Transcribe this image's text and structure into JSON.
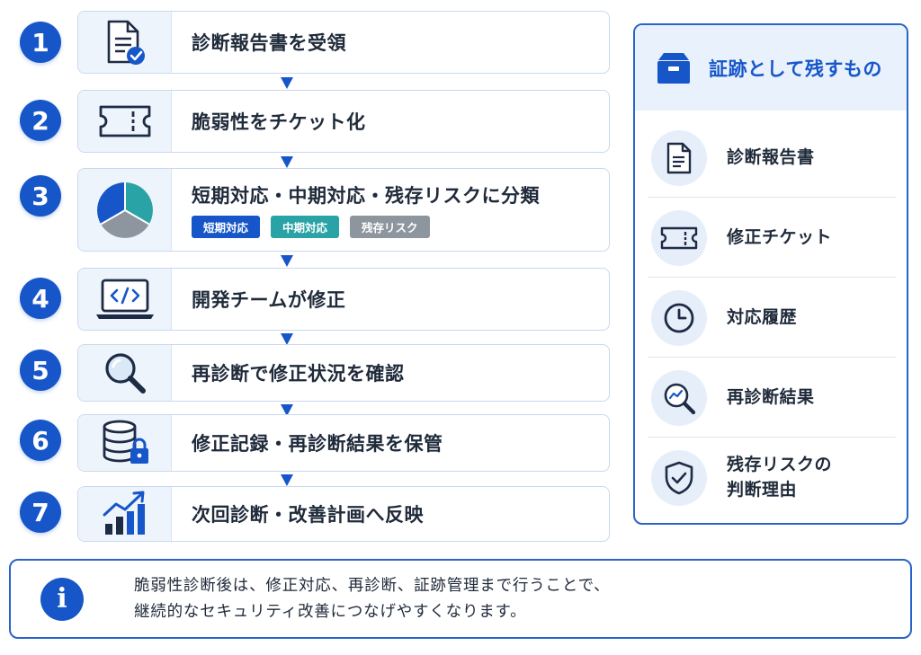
{
  "steps": [
    {
      "num": "1",
      "label": "診断報告書を受領",
      "icon": "document-check-icon"
    },
    {
      "num": "2",
      "label": "脆弱性をチケット化",
      "icon": "ticket-icon"
    },
    {
      "num": "3",
      "label": "短期対応・中期対応・残存リスクに分類",
      "icon": "pie-chart-icon",
      "tags": [
        {
          "label": "短期対応",
          "color": "#1656c9"
        },
        {
          "label": "中期対応",
          "color": "#2aa3a6"
        },
        {
          "label": "残存リスク",
          "color": "#8d959e"
        }
      ]
    },
    {
      "num": "4",
      "label": "開発チームが修正",
      "icon": "laptop-code-icon"
    },
    {
      "num": "5",
      "label": "再診断で修正状況を確認",
      "icon": "magnifier-icon"
    },
    {
      "num": "6",
      "label": "修正記録・再診断結果を保管",
      "icon": "database-lock-icon"
    },
    {
      "num": "7",
      "label": "次回診断・改善計画へ反映",
      "icon": "growth-chart-icon"
    }
  ],
  "panel": {
    "title": "証跡として残すもの",
    "items": [
      {
        "label": "診断報告書",
        "icon": "document-icon"
      },
      {
        "label": "修正チケット",
        "icon": "ticket-icon"
      },
      {
        "label": "対応履歴",
        "icon": "clock-icon"
      },
      {
        "label": "再診断結果",
        "icon": "magnifier-trend-icon"
      },
      {
        "label": "残存リスクの\n判断理由",
        "icon": "shield-check-icon"
      }
    ]
  },
  "info": {
    "icon": "info-icon",
    "line1": "脆弱性診断後は、修正対応、再診断、証跡管理まで行うことで、",
    "line2": "継続的なセキュリティ改善につなげやすくなります。"
  },
  "colors": {
    "primary": "#1656c9",
    "teal": "#2aa3a6",
    "gray": "#8d959e",
    "dark_navy": "#1d2b45"
  }
}
